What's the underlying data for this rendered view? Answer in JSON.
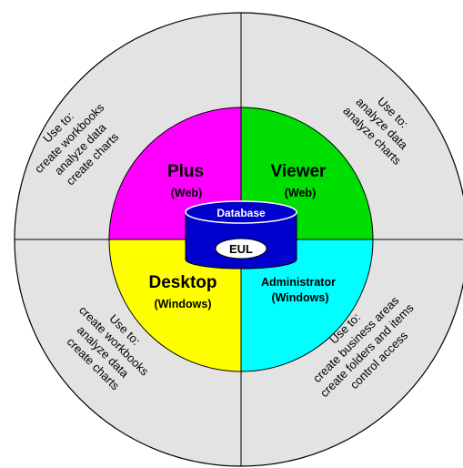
{
  "colors": {
    "outer_ring": "#e3e3e3",
    "plus": "#ff00ff",
    "viewer": "#00dd00",
    "desktop": "#ffff00",
    "administrator": "#00ffff",
    "database": "#0000cc",
    "outline": "#000000"
  },
  "database": {
    "label": "Database",
    "eul_label": "EUL"
  },
  "quadrants": {
    "plus": {
      "title": "Plus",
      "subtitle": "(Web)"
    },
    "viewer": {
      "title": "Viewer",
      "subtitle": "(Web)"
    },
    "desktop": {
      "title": "Desktop",
      "subtitle": "(Windows)"
    },
    "administrator": {
      "title": "Administrator",
      "subtitle": "(Windows)"
    }
  },
  "usage": {
    "plus": [
      "Use to:",
      "create workbooks",
      "analyze data",
      "create charts"
    ],
    "viewer": [
      "Use to:",
      "analyze data",
      "analyze charts"
    ],
    "desktop": [
      "Use to:",
      "create workbooks",
      "analyze data",
      "create charts"
    ],
    "administrator": [
      "Use to:",
      "create business areas",
      "create folders and items",
      "control access"
    ]
  }
}
